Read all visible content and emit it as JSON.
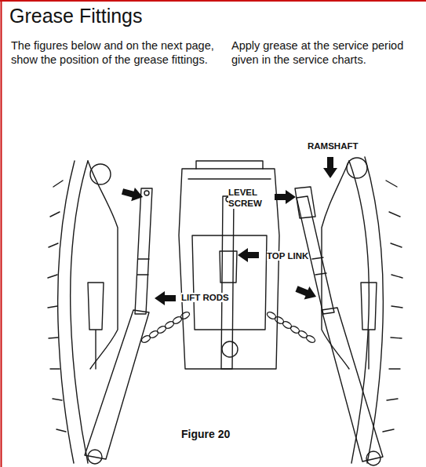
{
  "diagram": {
    "title": "Grease Fittings",
    "caption": "Figure 20",
    "labels": [
      "The figures below and on the next page, show the position of the grease fittings.",
      "Apply grease at the service period given in the service charts.",
      "RAMSHAFT",
      "LEVEL SCREW",
      "TOP LINK",
      "LIFT RODS"
    ]
  }
}
